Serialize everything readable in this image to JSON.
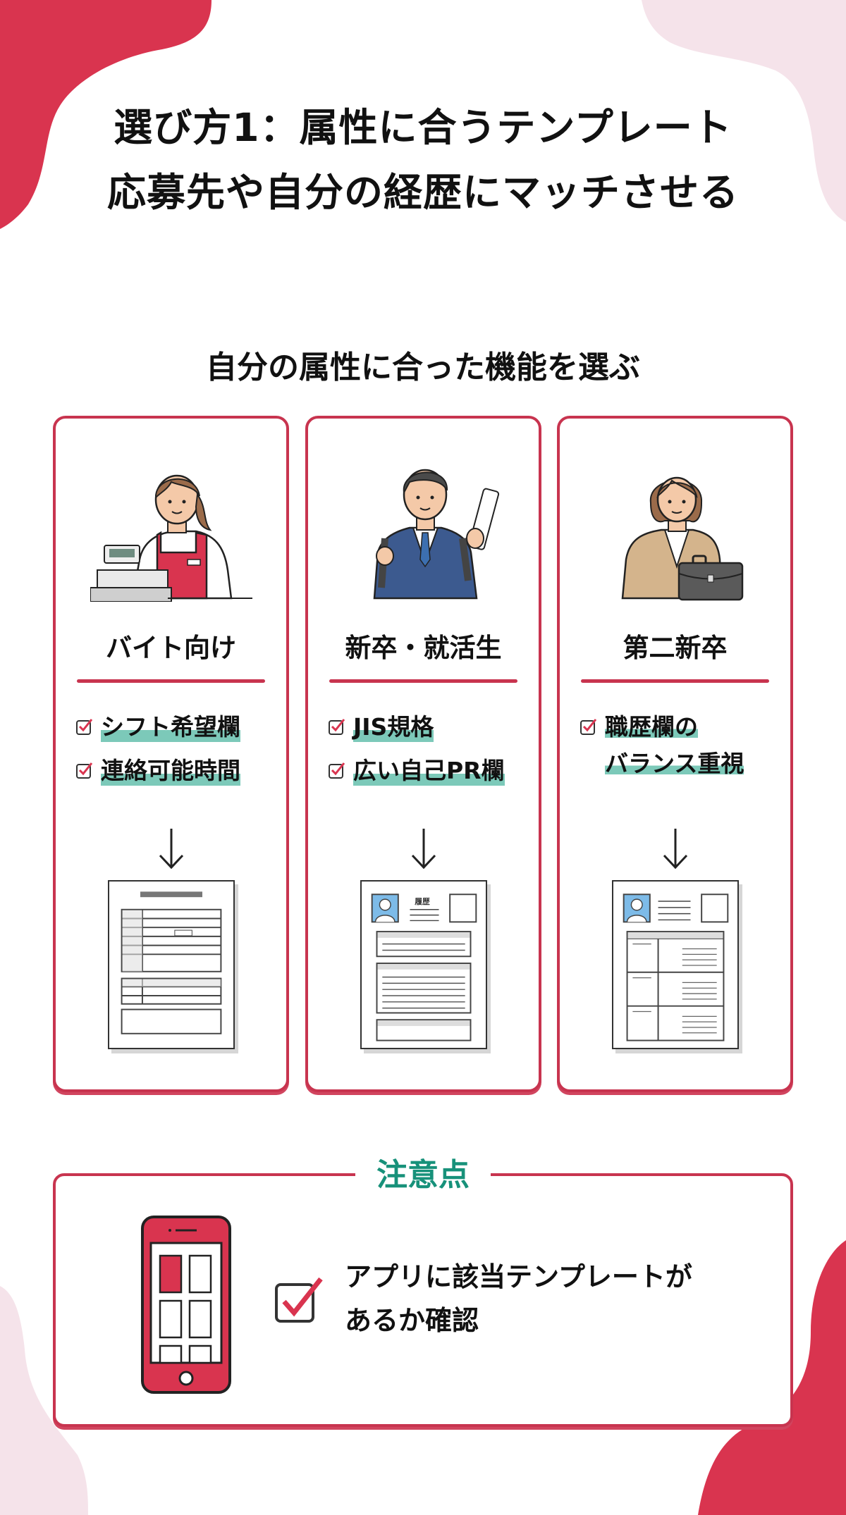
{
  "header": {
    "title_line1": "選び方1：属性に合うテンプレート",
    "title_line2": "応募先や自分の経歴にマッチさせる"
  },
  "section": {
    "heading": "自分の属性に合った機能を選ぶ"
  },
  "colors": {
    "accent_red": "#d9344f",
    "light_pink": "#f5e3ea",
    "teal_highlight": "#7cc9b9",
    "teal_text": "#17917a",
    "card_border": "#c8344f"
  },
  "cards": [
    {
      "label": "バイト向け",
      "figure": "cashier-woman-icon",
      "features": [
        "シフト希望欄",
        "連絡可能時間"
      ],
      "arrow": "↓",
      "template": "part-time-form-template"
    },
    {
      "label": "新卒・就活生",
      "figure": "graduate-student-icon",
      "features": [
        "JIS規格",
        "広い自己PR欄"
      ],
      "arrow": "↓",
      "template": "jis-resume-template",
      "template_heading": "履歴"
    },
    {
      "label": "第二新卒",
      "figure": "businesswoman-briefcase-icon",
      "features": [
        "職歴欄の",
        "バランス重視"
      ],
      "arrow": "↓",
      "template": "career-history-template"
    }
  ],
  "notice": {
    "title": "注意点",
    "icon": "smartphone-app-icon",
    "text_line1": "アプリに該当テンプレートが",
    "text_line2": "あるか確認"
  }
}
